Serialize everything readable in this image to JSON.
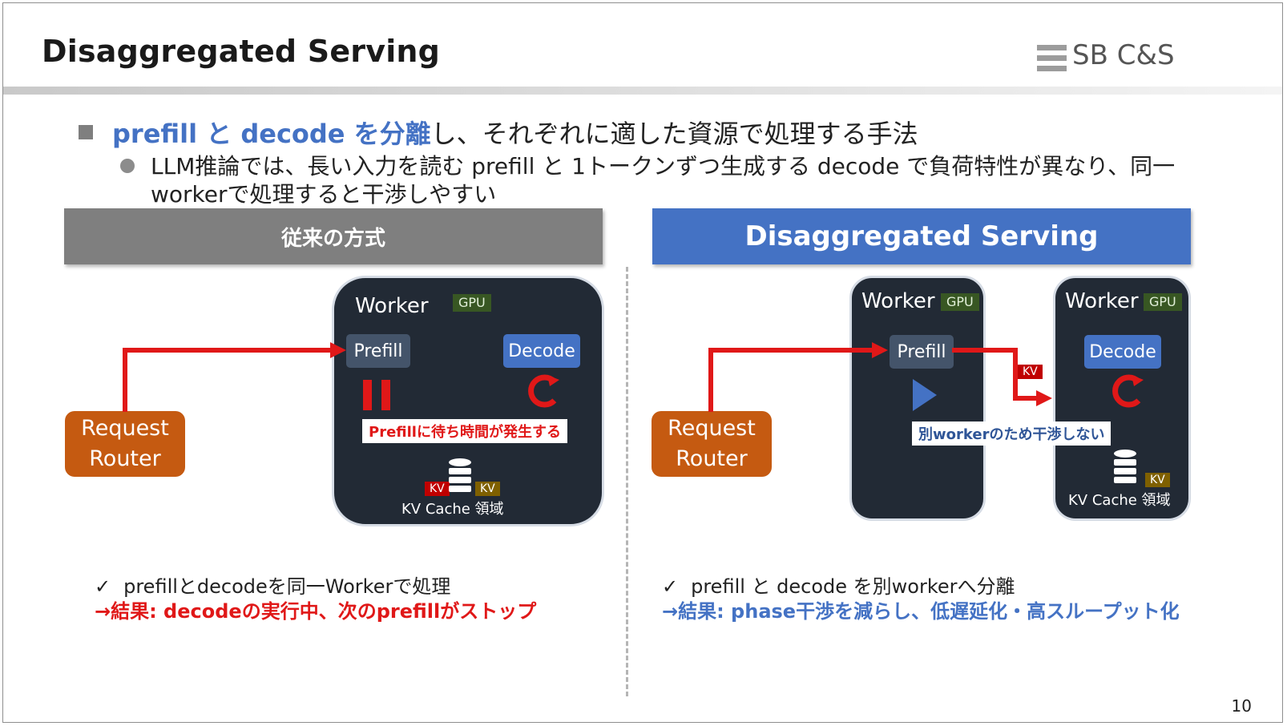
{
  "title": "Disaggregated Serving",
  "logo": "SB C&S",
  "page_number": "10",
  "bullet1": {
    "highlight": "prefill と decode を分離",
    "rest": "し、それぞれに適した資源で処理する手法"
  },
  "bullet2": {
    "text": "LLM推論では、長い入力を読む prefill と 1トークンずつ生成する decode で負荷特性が異なり、同一workerで処理すると干渉しやすい"
  },
  "left": {
    "header": "従来の方式",
    "router": "Request\nRouter",
    "worker_label": "Worker",
    "gpu": "GPU",
    "prefill": "Prefill",
    "decode": "Decode",
    "callout": "Prefillに待ち時間が発生する",
    "kv_tag_1": "KV",
    "kv_tag_2": "KV",
    "cache_label": "KV Cache 領域",
    "note_line1": "prefillとdecodeを同一Workerで処理",
    "note_line2": "→結果: decodeの実行中、次のprefillがストップ",
    "check": "✓"
  },
  "right": {
    "header": "Disaggregated Serving",
    "router": "Request\nRouter",
    "worker1_label": "Worker",
    "worker1_gpu": "GPU",
    "worker2_label": "Worker",
    "worker2_gpu": "GPU",
    "prefill": "Prefill",
    "decode": "Decode",
    "transfer_tag": "KV",
    "callout": "別workerのため干渉しない",
    "kv_tag": "KV",
    "cache_label": "KV Cache 領域",
    "note_line1": "prefill と decode を別workerへ分離",
    "note_line2": "→結果: phase干渉を減らし、低遅延化・高スループット化",
    "check": "✓"
  },
  "colors": {
    "accent_blue": "#4472c4",
    "arrow_red": "#e01818",
    "router_orange": "#c55a11",
    "worker_bg": "#222a35",
    "header_gray": "#7f7f7f"
  },
  "icons": [
    "pause-icon",
    "refresh-icon",
    "play-icon",
    "database-icon",
    "check-icon",
    "arrow-icon"
  ]
}
